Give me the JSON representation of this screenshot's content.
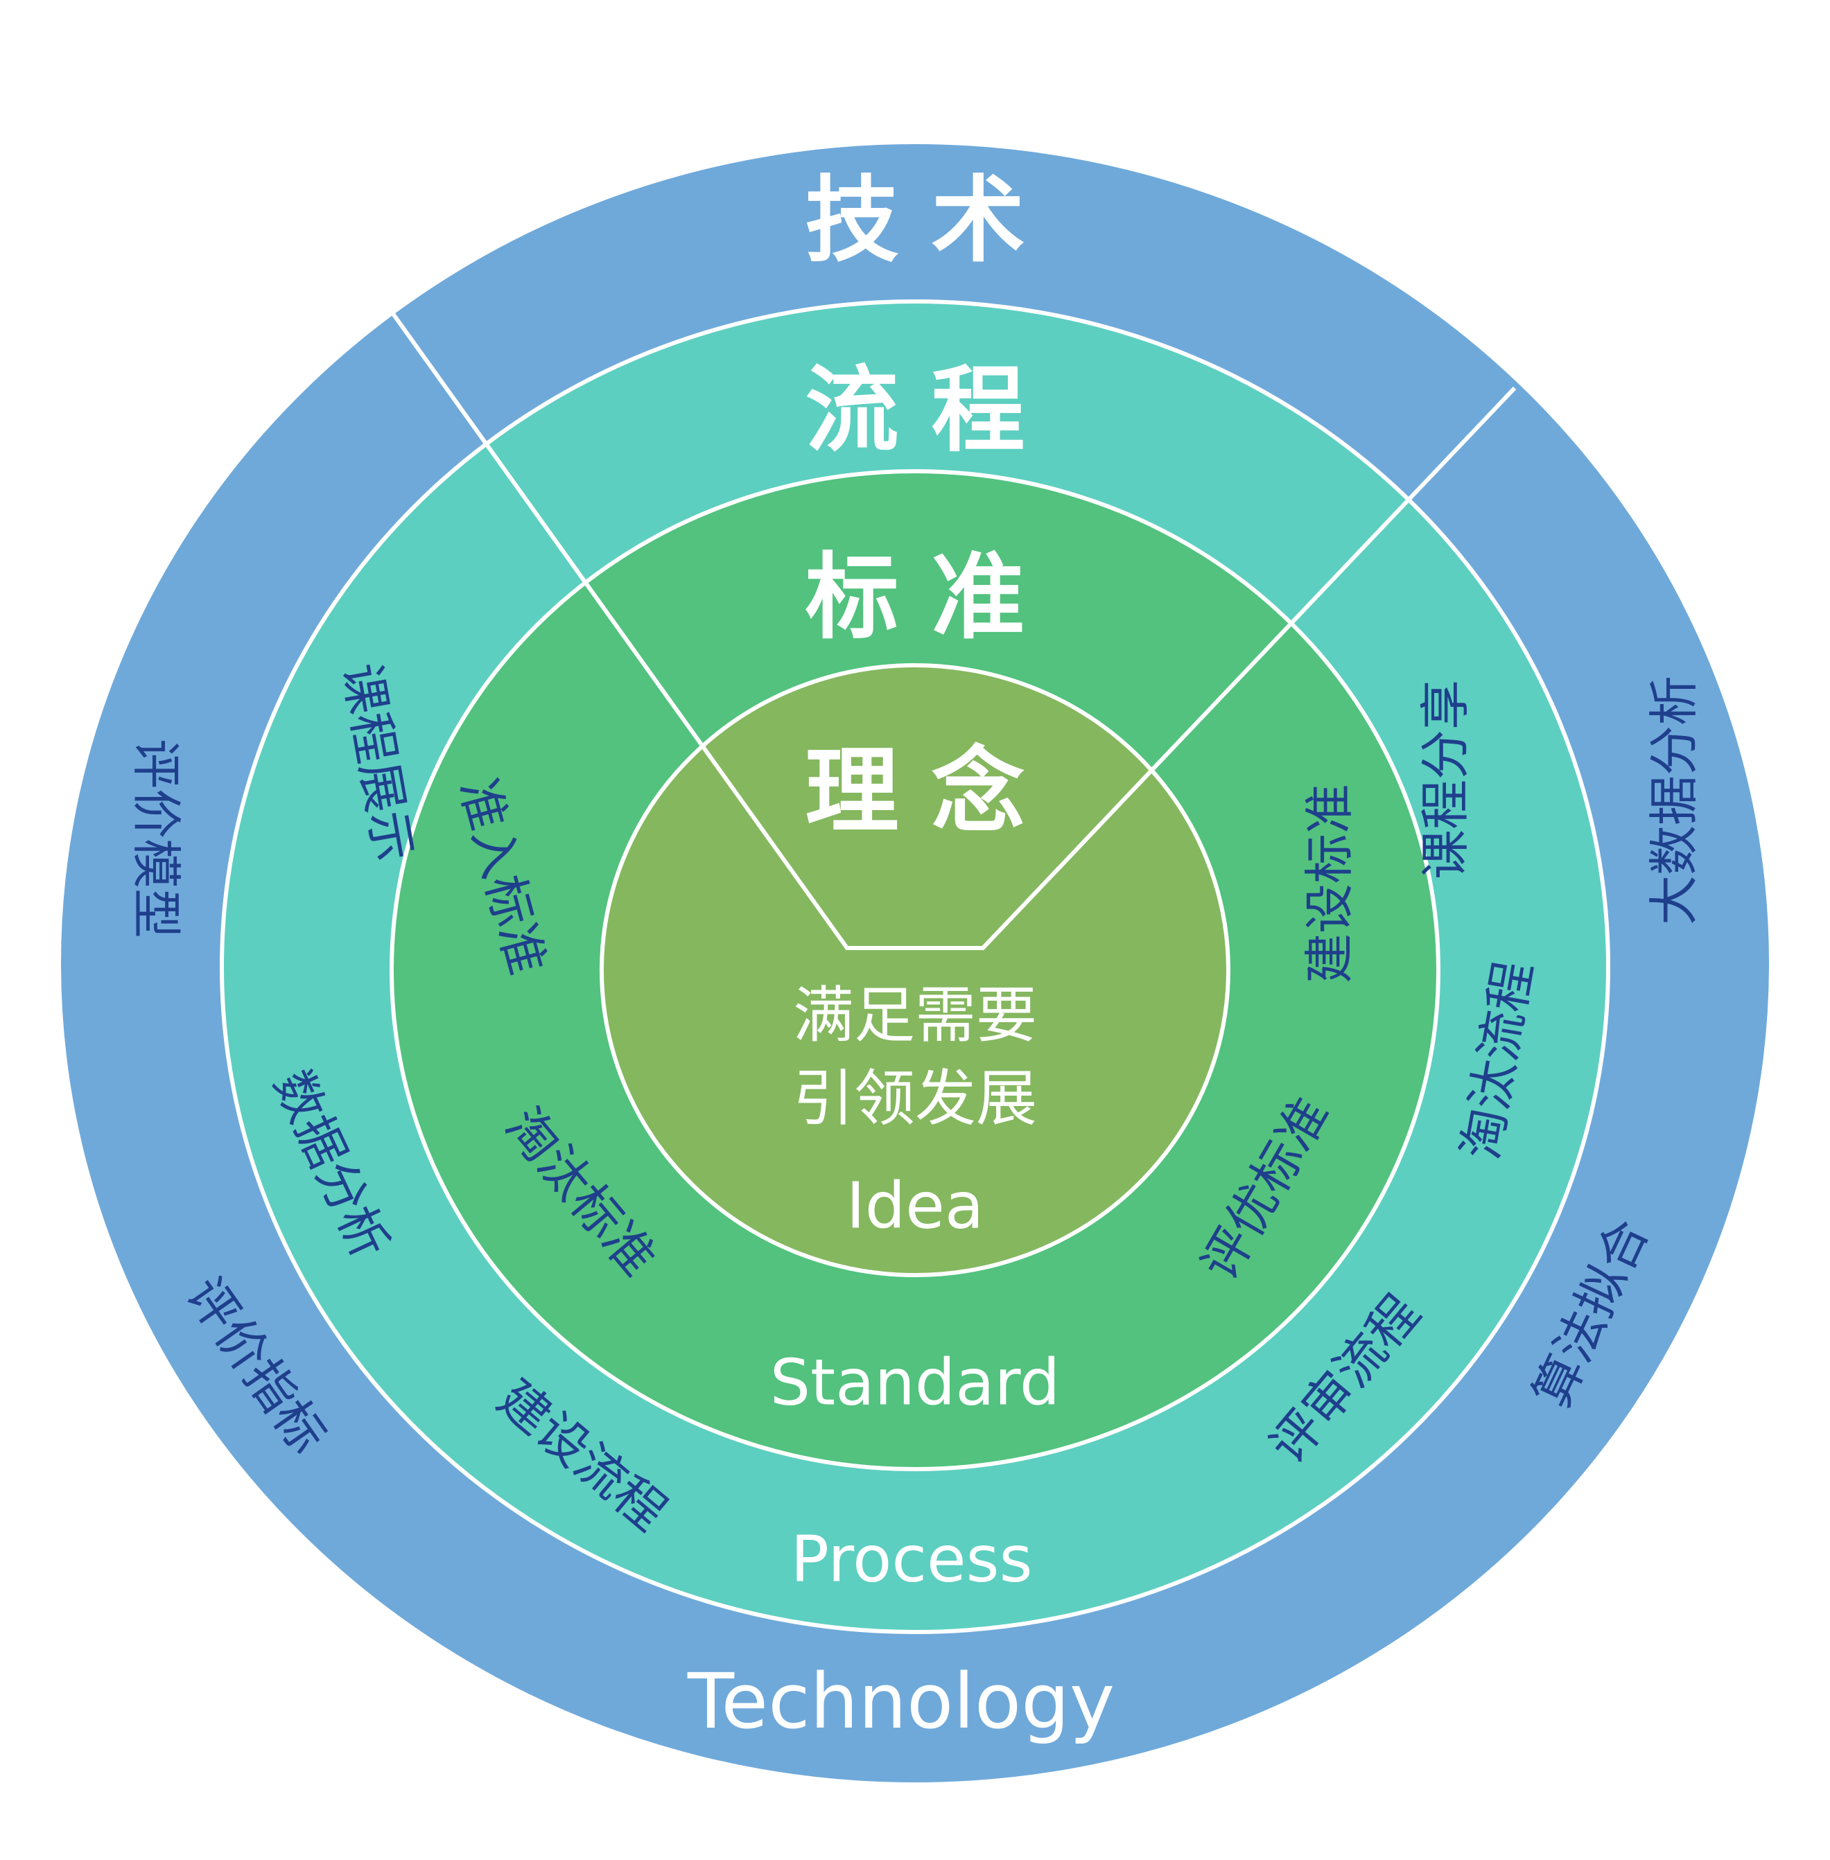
{
  "colors": {
    "technology_ring": "#6fa9da",
    "process_ring": "#5ccfc0",
    "standard_ring": "#52c27e",
    "idea_core": "#85b75f",
    "divider": "#ffffff",
    "item_text": "#1f3f8c",
    "title_text": "#ffffff"
  },
  "rings": {
    "technology": {
      "title": "技 术",
      "english": "Technology",
      "left_items": [
        "评价模型",
        "评价指标"
      ],
      "right_items": [
        "大数据分析",
        "算法拟合"
      ]
    },
    "process": {
      "title": "流 程",
      "english": "Process",
      "left_items": [
        "课程展示",
        "数据分析",
        "建设流程"
      ],
      "right_items": [
        "课程分享",
        "淘汰流程",
        "评审流程"
      ]
    },
    "standard": {
      "title": "标 准",
      "english": "Standard",
      "left_items": [
        "准入标准",
        "淘汰标准"
      ],
      "right_items": [
        "建设标准",
        "评优标准"
      ]
    },
    "idea": {
      "title": "理 念",
      "english": "Idea",
      "lines": [
        "满足需要",
        "引领发展"
      ]
    }
  }
}
